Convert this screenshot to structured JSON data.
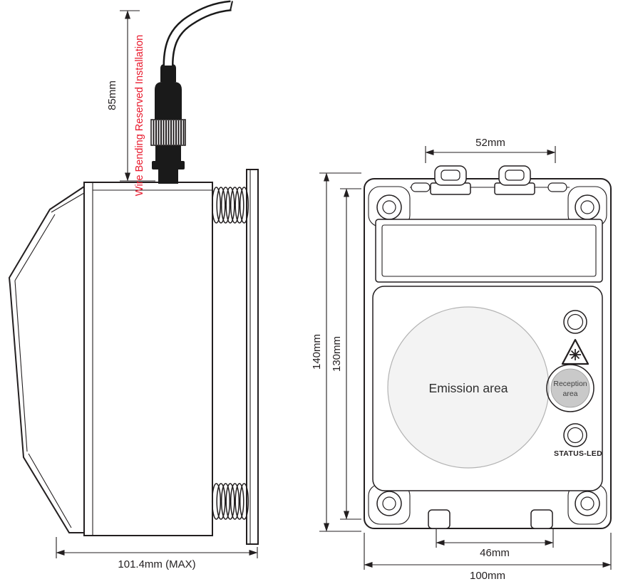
{
  "drawing": {
    "side_view": {
      "dim_wire_clearance": "85mm",
      "installation_note": "Wire Bending Reserved Installation",
      "dim_depth_max": "101.4mm (MAX)"
    },
    "front_view": {
      "dim_connector_span": "52mm",
      "dim_overall_height": "140mm",
      "dim_body_height": "130mm",
      "dim_slot_span": "46mm",
      "dim_overall_width": "100mm",
      "emission_area_label": "Emission area",
      "reception_area_line1": "Reception",
      "reception_area_line2": "area",
      "status_led_label": "STATUS-LED"
    },
    "colors": {
      "line": "#231f20",
      "note_red": "#e8192c",
      "emission_fill": "#f3f3f3",
      "reception_fill": "#c9c9c9"
    }
  }
}
